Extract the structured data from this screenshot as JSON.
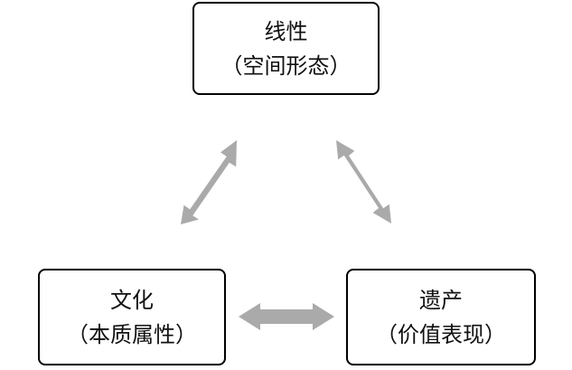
{
  "diagram": {
    "nodes": {
      "top": {
        "title": "线性",
        "subtitle": "（空间形态）"
      },
      "bottom_left": {
        "title": "文化",
        "subtitle": "（本质属性）"
      },
      "bottom_right": {
        "title": "遗产",
        "subtitle": "（价值表现）"
      }
    },
    "edges": [
      {
        "from": "top",
        "to": "bottom_left",
        "style": "double-arrow"
      },
      {
        "from": "top",
        "to": "bottom_right",
        "style": "double-arrow"
      },
      {
        "from": "bottom_left",
        "to": "bottom_right",
        "style": "double-arrow"
      }
    ],
    "colors": {
      "arrow": "#aaaaaa",
      "border": "#000000",
      "text": "#111111"
    }
  }
}
